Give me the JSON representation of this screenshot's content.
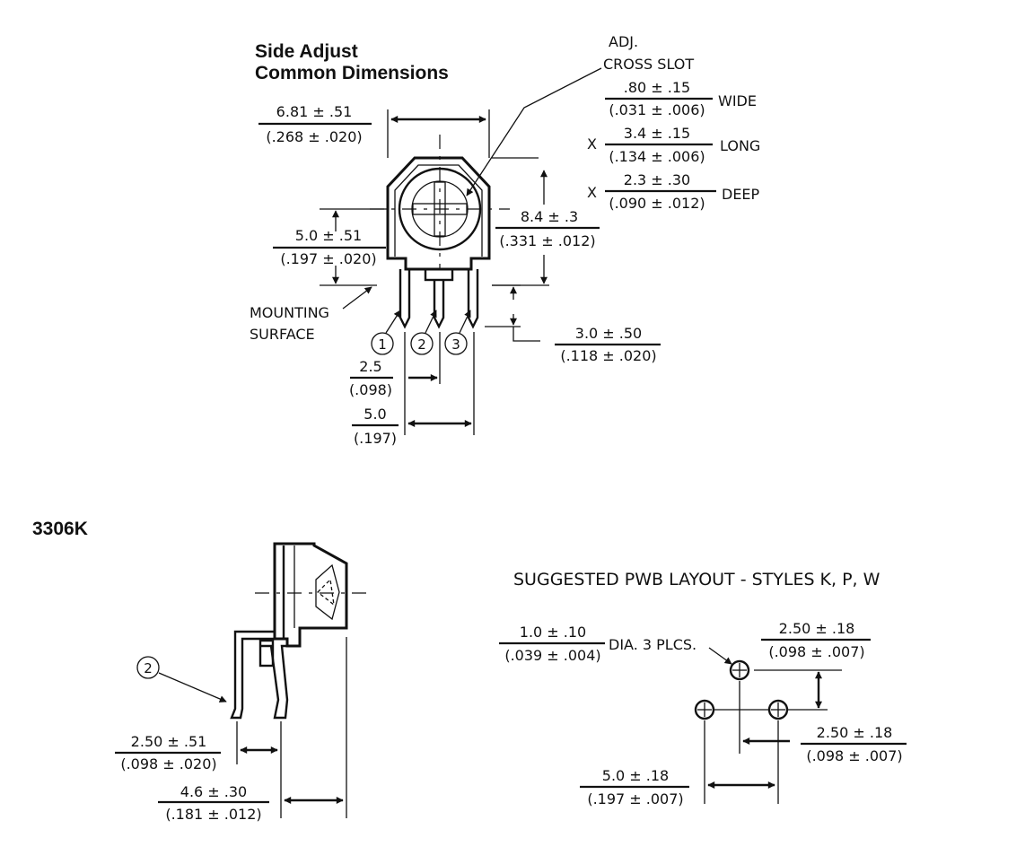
{
  "headings": {
    "side_adjust_1": "Side Adjust",
    "side_adjust_2": "Common Dimensions",
    "model": "3306K",
    "pwb_layout": "SUGGESTED PWB LAYOUT - STYLES K, P, W"
  },
  "cross_slot": {
    "title_1": "ADJ.",
    "title_2": "CROSS SLOT",
    "wide": {
      "mm": ".80 ± .15",
      "inch": "(.031 ± .006)",
      "label": "WIDE"
    },
    "long": {
      "prefix": "X",
      "mm": "3.4 ± .15",
      "inch": "(.134 ± .006)",
      "label": "LONG"
    },
    "deep": {
      "prefix": "X",
      "mm": "2.3 ± .30",
      "inch": "(.090 ± .012)",
      "label": "DEEP"
    }
  },
  "dimensions": {
    "width": {
      "mm": "6.81 ± .51",
      "inch": "(.268 ± .020)"
    },
    "height": {
      "mm": "8.4 ± .3",
      "inch": "(.331 ± .012)"
    },
    "axis_height": {
      "mm": "5.0 ± .51",
      "inch": "(.197 ± .020)"
    },
    "pin_length": {
      "mm": "3.0 ± .50",
      "inch": "(.118 ± .020)"
    },
    "pin_pitch": {
      "mm": "2.5",
      "inch": "(.098)"
    },
    "pin_span": {
      "mm": "5.0",
      "inch": "(.197)"
    }
  },
  "mounting_surface": {
    "line_1": "MOUNTING",
    "line_2": "SURFACE"
  },
  "pins": [
    "1",
    "2",
    "3"
  ],
  "side_view": {
    "pin_label": "2",
    "pin_offset": {
      "mm": "2.50 ± .51",
      "inch": "(.098 ± .020)"
    },
    "body_depth": {
      "mm": "4.6 ± .30",
      "inch": "(.181 ± .012)"
    }
  },
  "pwb": {
    "hole_dia": {
      "mm": "1.0 ± .10",
      "inch": "(.039 ± .004)",
      "label": "DIA. 3 PLCS."
    },
    "vertical_offset": {
      "mm": "2.50 ± .18",
      "inch": "(.098 ± .007)"
    },
    "horizontal_offset": {
      "mm": "2.50 ± .18",
      "inch": "(.098 ± .007)"
    },
    "span": {
      "mm": "5.0 ± .18",
      "inch": "(.197 ± .007)"
    }
  }
}
